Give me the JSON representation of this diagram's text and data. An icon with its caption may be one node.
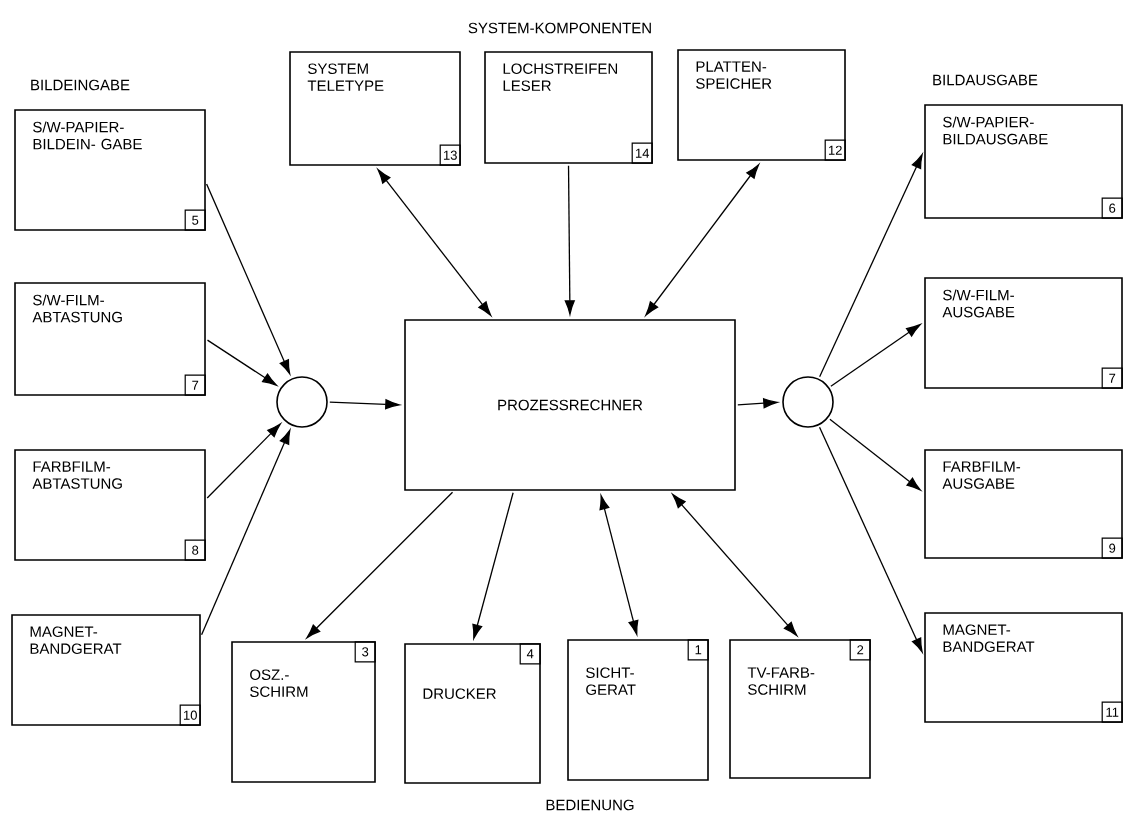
{
  "diagram": {
    "nodes": [
      {
        "text": [
          "S/W-PAPIER- BILDEIN- GABE",
          "5"
        ]
      },
      {
        "text": [
          "S/W-FILM- ABTASTUNG",
          "7"
        ]
      },
      {
        "text": [
          "FARBFILM- ABTASTUNG",
          "8"
        ]
      },
      {
        "text": [
          "MAGNET- BANDGERAT",
          "10"
        ]
      },
      {
        "text": [],
        "shape": "circle"
      },
      {
        "text": [
          "SYSTEM TELETYPE",
          "13"
        ]
      },
      {
        "text": [
          "LOCHSTREIFEN LESER",
          "14"
        ]
      },
      {
        "text": [
          "PLATTEN- SPEICHER",
          "12"
        ]
      },
      {
        "text": [
          "PROZESSRECHNER"
        ]
      },
      {
        "text": [],
        "shape": "circle"
      },
      {
        "text": [
          "S/W-PAPIER- BILDAUSGABE",
          "6"
        ]
      },
      {
        "text": [
          "S/W-FILM- AUSGABE",
          "7"
        ]
      },
      {
        "text": [
          "FARBFILM- AUSGABE",
          "9"
        ]
      },
      {
        "text": [
          "MAGNET- BANDGERAT",
          "11"
        ]
      },
      {
        "text": [
          "OSZ.- SCHIRM",
          "3"
        ]
      },
      {
        "text": [
          "DRUCKER",
          "4"
        ]
      },
      {
        "text": [
          "SICHT- GERAT",
          "1"
        ]
      },
      {
        "text": [
          "TV-FARB- SCHIRM",
          "2"
        ]
      }
    ],
    "edges": [
      {
        "from": 0,
        "to": 4,
        "arrow": "to"
      },
      {
        "from": 1,
        "to": 4,
        "arrow": "to"
      },
      {
        "from": 2,
        "to": 4,
        "arrow": "to"
      },
      {
        "from": 3,
        "to": 4,
        "arrow": "to"
      },
      {
        "from": 4,
        "to": 8,
        "arrow": "to"
      },
      {
        "from": 5,
        "to": 8,
        "arrow": "both"
      },
      {
        "from": 6,
        "to": 8,
        "arrow": "to"
      },
      {
        "from": 7,
        "to": 8,
        "arrow": "both"
      },
      {
        "from": 8,
        "to": 9,
        "arrow": "to"
      },
      {
        "from": 9,
        "to": 10,
        "arrow": "to"
      },
      {
        "from": 9,
        "to": 11,
        "arrow": "to"
      },
      {
        "from": 9,
        "to": 12,
        "arrow": "to"
      },
      {
        "from": 9,
        "to": 13,
        "arrow": "to"
      },
      {
        "from": 8,
        "to": 14,
        "arrow": "to"
      },
      {
        "from": 8,
        "to": 15,
        "arrow": "to"
      },
      {
        "from": 8,
        "to": 16,
        "arrow": "both"
      },
      {
        "from": 8,
        "to": 17,
        "arrow": "both"
      }
    ],
    "labels": [
      "SYSTEM-KOMPONENTEN",
      "BILDEINGABE",
      "BILDAUSGABE",
      "BEDIENUNG"
    ]
  }
}
